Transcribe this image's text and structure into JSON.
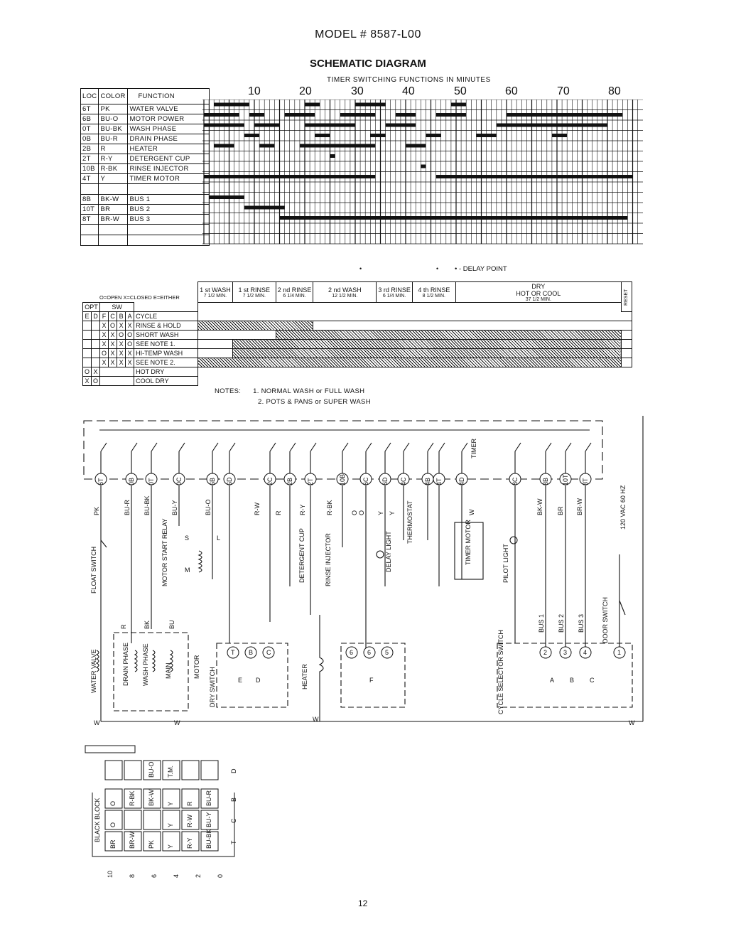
{
  "header": {
    "model": "MODEL # 8587-L00",
    "title": "SCHEMATIC DIAGRAM",
    "timer_subtitle": "TIMER SWITCHING FUNCTIONS IN MINUTES"
  },
  "timer_ticks": [
    "10",
    "20",
    "30",
    "40",
    "50",
    "60",
    "70",
    "80"
  ],
  "function_table": {
    "headers": [
      "LOC",
      "COLOR",
      "FUNCTION"
    ],
    "rows": [
      {
        "loc": "6T",
        "color": "PK",
        "function": "WATER VALVE"
      },
      {
        "loc": "6B",
        "color": "BU-O",
        "function": "MOTOR POWER"
      },
      {
        "loc": "0T",
        "color": "BU-BK",
        "function": "WASH PHASE"
      },
      {
        "loc": "0B",
        "color": "BU-R",
        "function": "DRAIN PHASE"
      },
      {
        "loc": "2B",
        "color": "R",
        "function": "HEATER"
      },
      {
        "loc": "2T",
        "color": "R-Y",
        "function": "DETERGENT CUP"
      },
      {
        "loc": "10B",
        "color": "R-BK",
        "function": "RINSE INJECTOR"
      },
      {
        "loc": "4T",
        "color": "Y",
        "function": "TIMER MOTOR"
      },
      {
        "loc": "",
        "color": "",
        "function": ""
      },
      {
        "loc": "8B",
        "color": "BK-W",
        "function": "BUS 1"
      },
      {
        "loc": "10T",
        "color": "BR",
        "function": "BUS 2"
      },
      {
        "loc": "8T",
        "color": "BR-W",
        "function": "BUS 3"
      }
    ]
  },
  "delay_legend": "• - DELAY POINT",
  "cycle_table": {
    "legend": "O=OPEN  X=CLOSED  E=EITHER",
    "opt_label": "OPT",
    "sw_label": "SW",
    "col_letters": [
      "E",
      "D",
      "F",
      "C",
      "B",
      "A"
    ],
    "cycle_label": "CYCLE",
    "phases": [
      {
        "name": "1 st WASH",
        "time": "7 1/2 MIN."
      },
      {
        "name": "1 st RINSE",
        "time": "7 1/2 MIN."
      },
      {
        "name": "2 nd RINSE",
        "time": "6 1/4 MIN."
      },
      {
        "name": "2 nd WASH",
        "time": "12 1/2 MIN."
      },
      {
        "name": "3 rd RINSE",
        "time": "6 1/4 MIN."
      },
      {
        "name": "4 th RINSE",
        "time": "8 1/2 MIN."
      },
      {
        "name": "DRY HOT OR COOL",
        "time": "37 1/2 MIN."
      }
    ],
    "reset_label": "RESET",
    "rows": [
      {
        "sw": [
          "",
          "",
          "X",
          "O",
          "X",
          "X"
        ],
        "cycle": "RINSE & HOLD"
      },
      {
        "sw": [
          "",
          "",
          "X",
          "X",
          "O",
          "O"
        ],
        "cycle": "SHORT WASH"
      },
      {
        "sw": [
          "",
          "",
          "X",
          "X",
          "X",
          "O"
        ],
        "cycle": "SEE NOTE 1."
      },
      {
        "sw": [
          "",
          "",
          "O",
          "X",
          "X",
          "X"
        ],
        "cycle": "HI-TEMP WASH"
      },
      {
        "sw": [
          "",
          "",
          "X",
          "X",
          "X",
          "X"
        ],
        "cycle": "SEE NOTE 2."
      },
      {
        "sw": [
          "O",
          "X",
          "",
          "",
          "",
          ""
        ],
        "cycle": "HOT DRY"
      },
      {
        "sw": [
          "X",
          "O",
          "",
          "",
          "",
          ""
        ],
        "cycle": "COOL DRY"
      }
    ]
  },
  "notes": {
    "label": "NOTES:",
    "items": [
      "1. NORMAL WASH or FULL WASH",
      "2. POTS & PANS or SUPER WASH"
    ]
  },
  "schematic": {
    "timer_label": "TIMER",
    "terminals": [
      "6T",
      "0B",
      "0T",
      "0C",
      "6B",
      "6D",
      "2C",
      "2B",
      "2T",
      "10B",
      "6C",
      "6D",
      "4C",
      "4B",
      "4T",
      "4D",
      "8C",
      "8B",
      "10T",
      "8T"
    ],
    "wire_labels": [
      "PK",
      "BU-R",
      "BU-BK",
      "BU-Y",
      "BU-O",
      "R-W",
      "R",
      "R-Y",
      "R-BK",
      "O",
      "O",
      "Y",
      "Y",
      "W",
      "BK-W",
      "BR",
      "BR-W"
    ],
    "components": {
      "float_switch": "FLOAT SWITCH",
      "motor_start_relay": "MOTOR START RELAY",
      "detergent_cup": "DETERGENT CUP",
      "rinse_injector": "RINSE INJECTOR",
      "delay_light": "DELAY LIGHT",
      "thermostat": "THERMOSTAT",
      "timer_motor": "TIMER MOTOR",
      "pilot_light": "PILOT LIGHT",
      "power_supply": "120 VAC 60 HZ",
      "door_switch": "DOOR SWITCH",
      "water_valve": "WATER VALVE",
      "drain_phase": "DRAIN PHASE",
      "wash_phase": "WASH PHASE",
      "main": "MAIN",
      "motor": "MOTOR",
      "dry_switch": "DRY SWITCH",
      "heater": "HEATER",
      "cycle_selector_switch": "CYCLE SELECTOR SWITCH",
      "bus_1": "BUS 1",
      "bus_2": "BUS 2",
      "bus_3": "BUS 3"
    },
    "relay_letters": [
      "S",
      "L",
      "M"
    ],
    "dry_switch_terminals": [
      "T",
      "B",
      "C"
    ],
    "dry_switch_letters": [
      "E",
      "D"
    ],
    "thermo_terminals": [
      "6",
      "6",
      "5"
    ],
    "thermo_letter": "F",
    "bus_terminals": [
      "2",
      "3",
      "4",
      "1"
    ],
    "selector_letters": [
      "A",
      "B",
      "C"
    ],
    "neutral_label": "W",
    "motor_terminals": [
      "R",
      "BK",
      "BU"
    ]
  },
  "block": {
    "title": "BLACK BLOCK",
    "row_letters": [
      "D",
      "B",
      "C",
      "T"
    ],
    "col_numbers": [
      "10",
      "8",
      "6",
      "4",
      "2",
      "0"
    ],
    "rows": [
      [
        "",
        "",
        "BU-O",
        "T.M.",
        "",
        ""
      ],
      [
        "O",
        "R-BK",
        "BK-W",
        "Y",
        "R",
        "BU-R"
      ],
      [
        "O",
        "",
        "",
        "Y",
        "R-W",
        "BU-Y"
      ],
      [
        "BR",
        "BR-W",
        "PK",
        "Y",
        "R-Y",
        "BU-BK"
      ]
    ]
  },
  "page_number": "12"
}
